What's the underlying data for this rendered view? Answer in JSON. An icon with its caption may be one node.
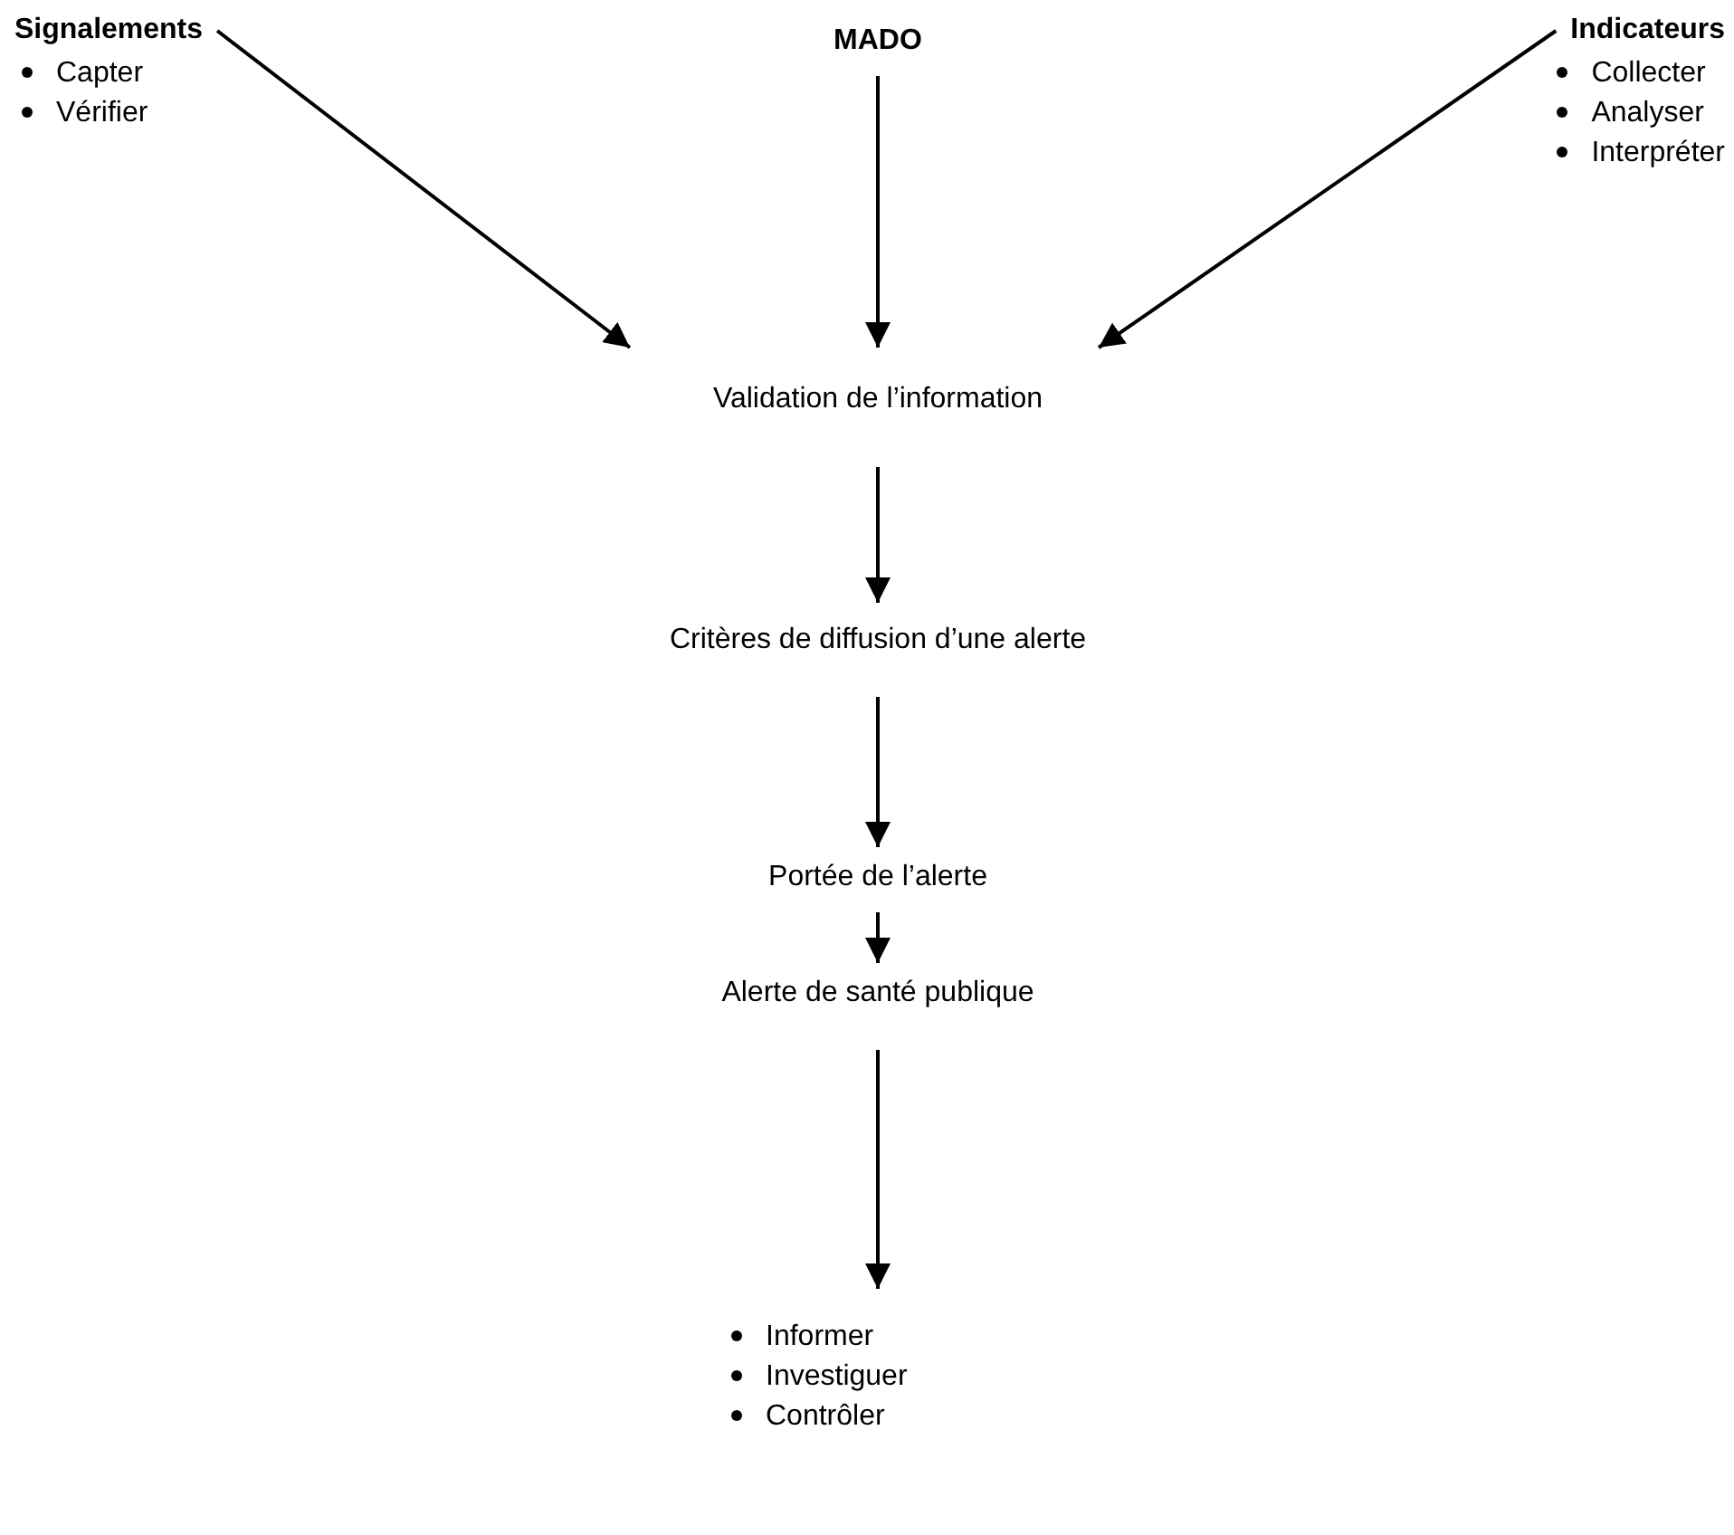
{
  "diagram": {
    "nodes": [
      {
        "text": [
          "Signalements",
          "Capter",
          "Vérifier"
        ]
      },
      {
        "text": [
          "MADO"
        ]
      },
      {
        "text": [
          "Indicateurs",
          "Collecter",
          "Analyser",
          "Interpréter"
        ]
      },
      {
        "text": [
          "Validation de l’information"
        ]
      },
      {
        "text": [
          "Critères de diffusion d’une alerte"
        ]
      },
      {
        "text": [
          "Portée de l’alerte"
        ]
      },
      {
        "text": [
          "Alerte de santé publique"
        ]
      },
      {
        "text": [
          "Informer",
          "Investiguer",
          "Contrôler"
        ]
      }
    ],
    "edges": [
      {
        "from": 0,
        "to": 3,
        "arrow": "to"
      },
      {
        "from": 1,
        "to": 3,
        "arrow": "to"
      },
      {
        "from": 2,
        "to": 3,
        "arrow": "to"
      },
      {
        "from": 3,
        "to": 4,
        "arrow": "to"
      },
      {
        "from": 4,
        "to": 5,
        "arrow": "to"
      },
      {
        "from": 5,
        "to": 6,
        "arrow": "to"
      },
      {
        "from": 6,
        "to": 7,
        "arrow": "to"
      }
    ]
  }
}
